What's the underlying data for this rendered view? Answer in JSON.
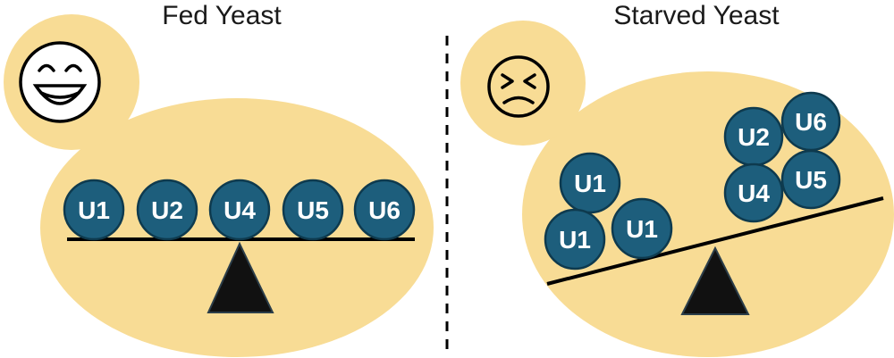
{
  "colors": {
    "cell_fill": "#f8dc95",
    "snrna_fill": "#1d5e7c",
    "snrna_stroke": "#0e3a4e",
    "fulcrum": "#111111",
    "line": "#000000"
  },
  "panels": {
    "fed": {
      "title": "Fed Yeast",
      "face_icon": "smiling-face-icon",
      "snrnas": [
        "U1",
        "U2",
        "U4",
        "U5",
        "U6"
      ]
    },
    "starved": {
      "title": "Starved Yeast",
      "face_icon": "unhappy-face-icon",
      "left_snrnas": [
        "U1",
        "U1",
        "U1"
      ],
      "right_snrnas": [
        "U2",
        "U6",
        "U4",
        "U5"
      ]
    }
  }
}
